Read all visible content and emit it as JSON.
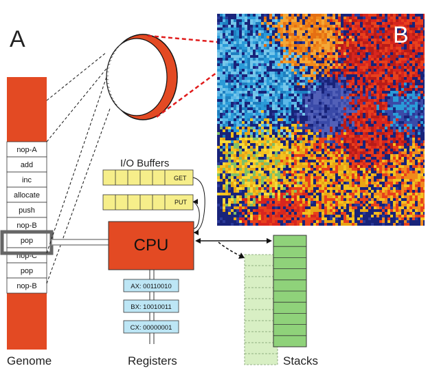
{
  "panels": {
    "a": "A",
    "b": "B"
  },
  "genome": {
    "caption": "Genome",
    "instructions": [
      "nop-A",
      "add",
      "inc",
      "allocate",
      "push",
      "nop-B",
      "pop",
      "nop-C",
      "pop",
      "nop-B"
    ],
    "highlight_index": 6
  },
  "io": {
    "title": "I/O Buffers",
    "get_label": "GET",
    "put_label": "PUT"
  },
  "cpu": {
    "label": "CPU"
  },
  "registers": {
    "caption": "Registers",
    "items": [
      "AX: 00110010",
      "BX: 10010011",
      "CX: 00000001"
    ]
  },
  "stacks": {
    "caption": "Stacks"
  },
  "colors": {
    "genome_red": "#e34a23",
    "cpu_red": "#e34a23",
    "buffer_yellow": "#f6ee8a",
    "register_blue": "#bde6f5",
    "stack_green": "#8fd27a",
    "stack_green_light": "#d8efc4",
    "highlight_gray": "#666666",
    "map_background": "#18237a"
  }
}
